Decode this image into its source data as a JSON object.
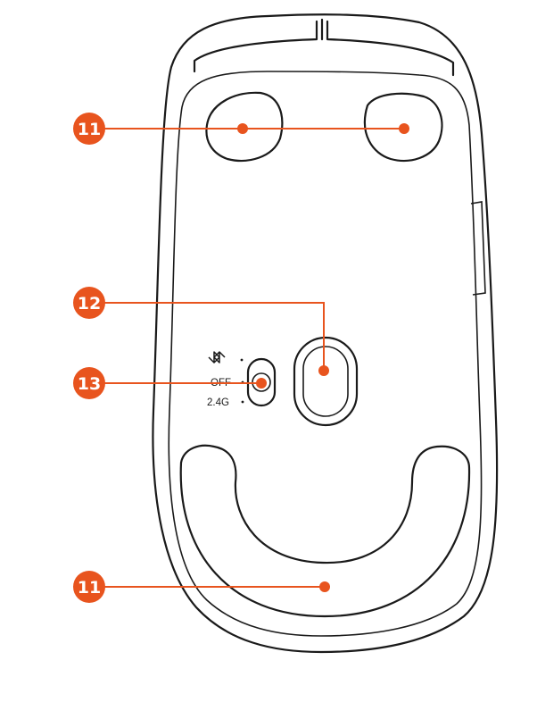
{
  "callouts": [
    {
      "id": "feet-top",
      "number": "11"
    },
    {
      "id": "sensor",
      "number": "12"
    },
    {
      "id": "switch",
      "number": "13"
    },
    {
      "id": "feet-bottom",
      "number": "11"
    }
  ],
  "switch_labels": {
    "bluetooth_icon": "bluetooth-icon",
    "off": "OFF",
    "wireless": "2.4G"
  },
  "colors": {
    "accent": "#e8541e",
    "outline": "#1a1a1a",
    "background": "#ffffff"
  }
}
